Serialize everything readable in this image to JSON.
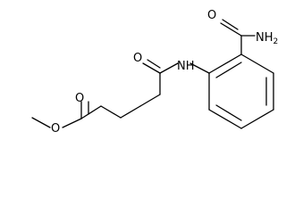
{
  "molecule": {
    "atoms": {
      "ketone_oxygen": "O",
      "amide_nitrogen": "NH",
      "carboxamide_oxygen": "O",
      "carboxamide_amine": "NH2",
      "ester_carbonyl_oxygen": "O",
      "ester_oxygen": "O"
    }
  }
}
